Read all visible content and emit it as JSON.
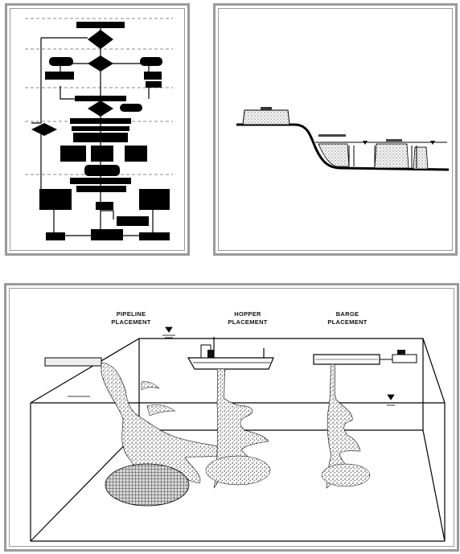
{
  "figures": {
    "flowchart": {
      "kind": "flowchart-image"
    },
    "profile": {
      "kind": "cross-section",
      "labels": [
        "",
        "",
        ""
      ]
    },
    "placement": {
      "kind": "3d-illustration",
      "methods": [
        {
          "line1": "PIPELINE",
          "line2": "PLACEMENT"
        },
        {
          "line1": "HOPPER",
          "line2": "PLACEMENT"
        },
        {
          "line1": "BARGE",
          "line2": "PLACEMENT"
        }
      ],
      "side_label": "",
      "water_symbol": "water-level-icon"
    }
  }
}
